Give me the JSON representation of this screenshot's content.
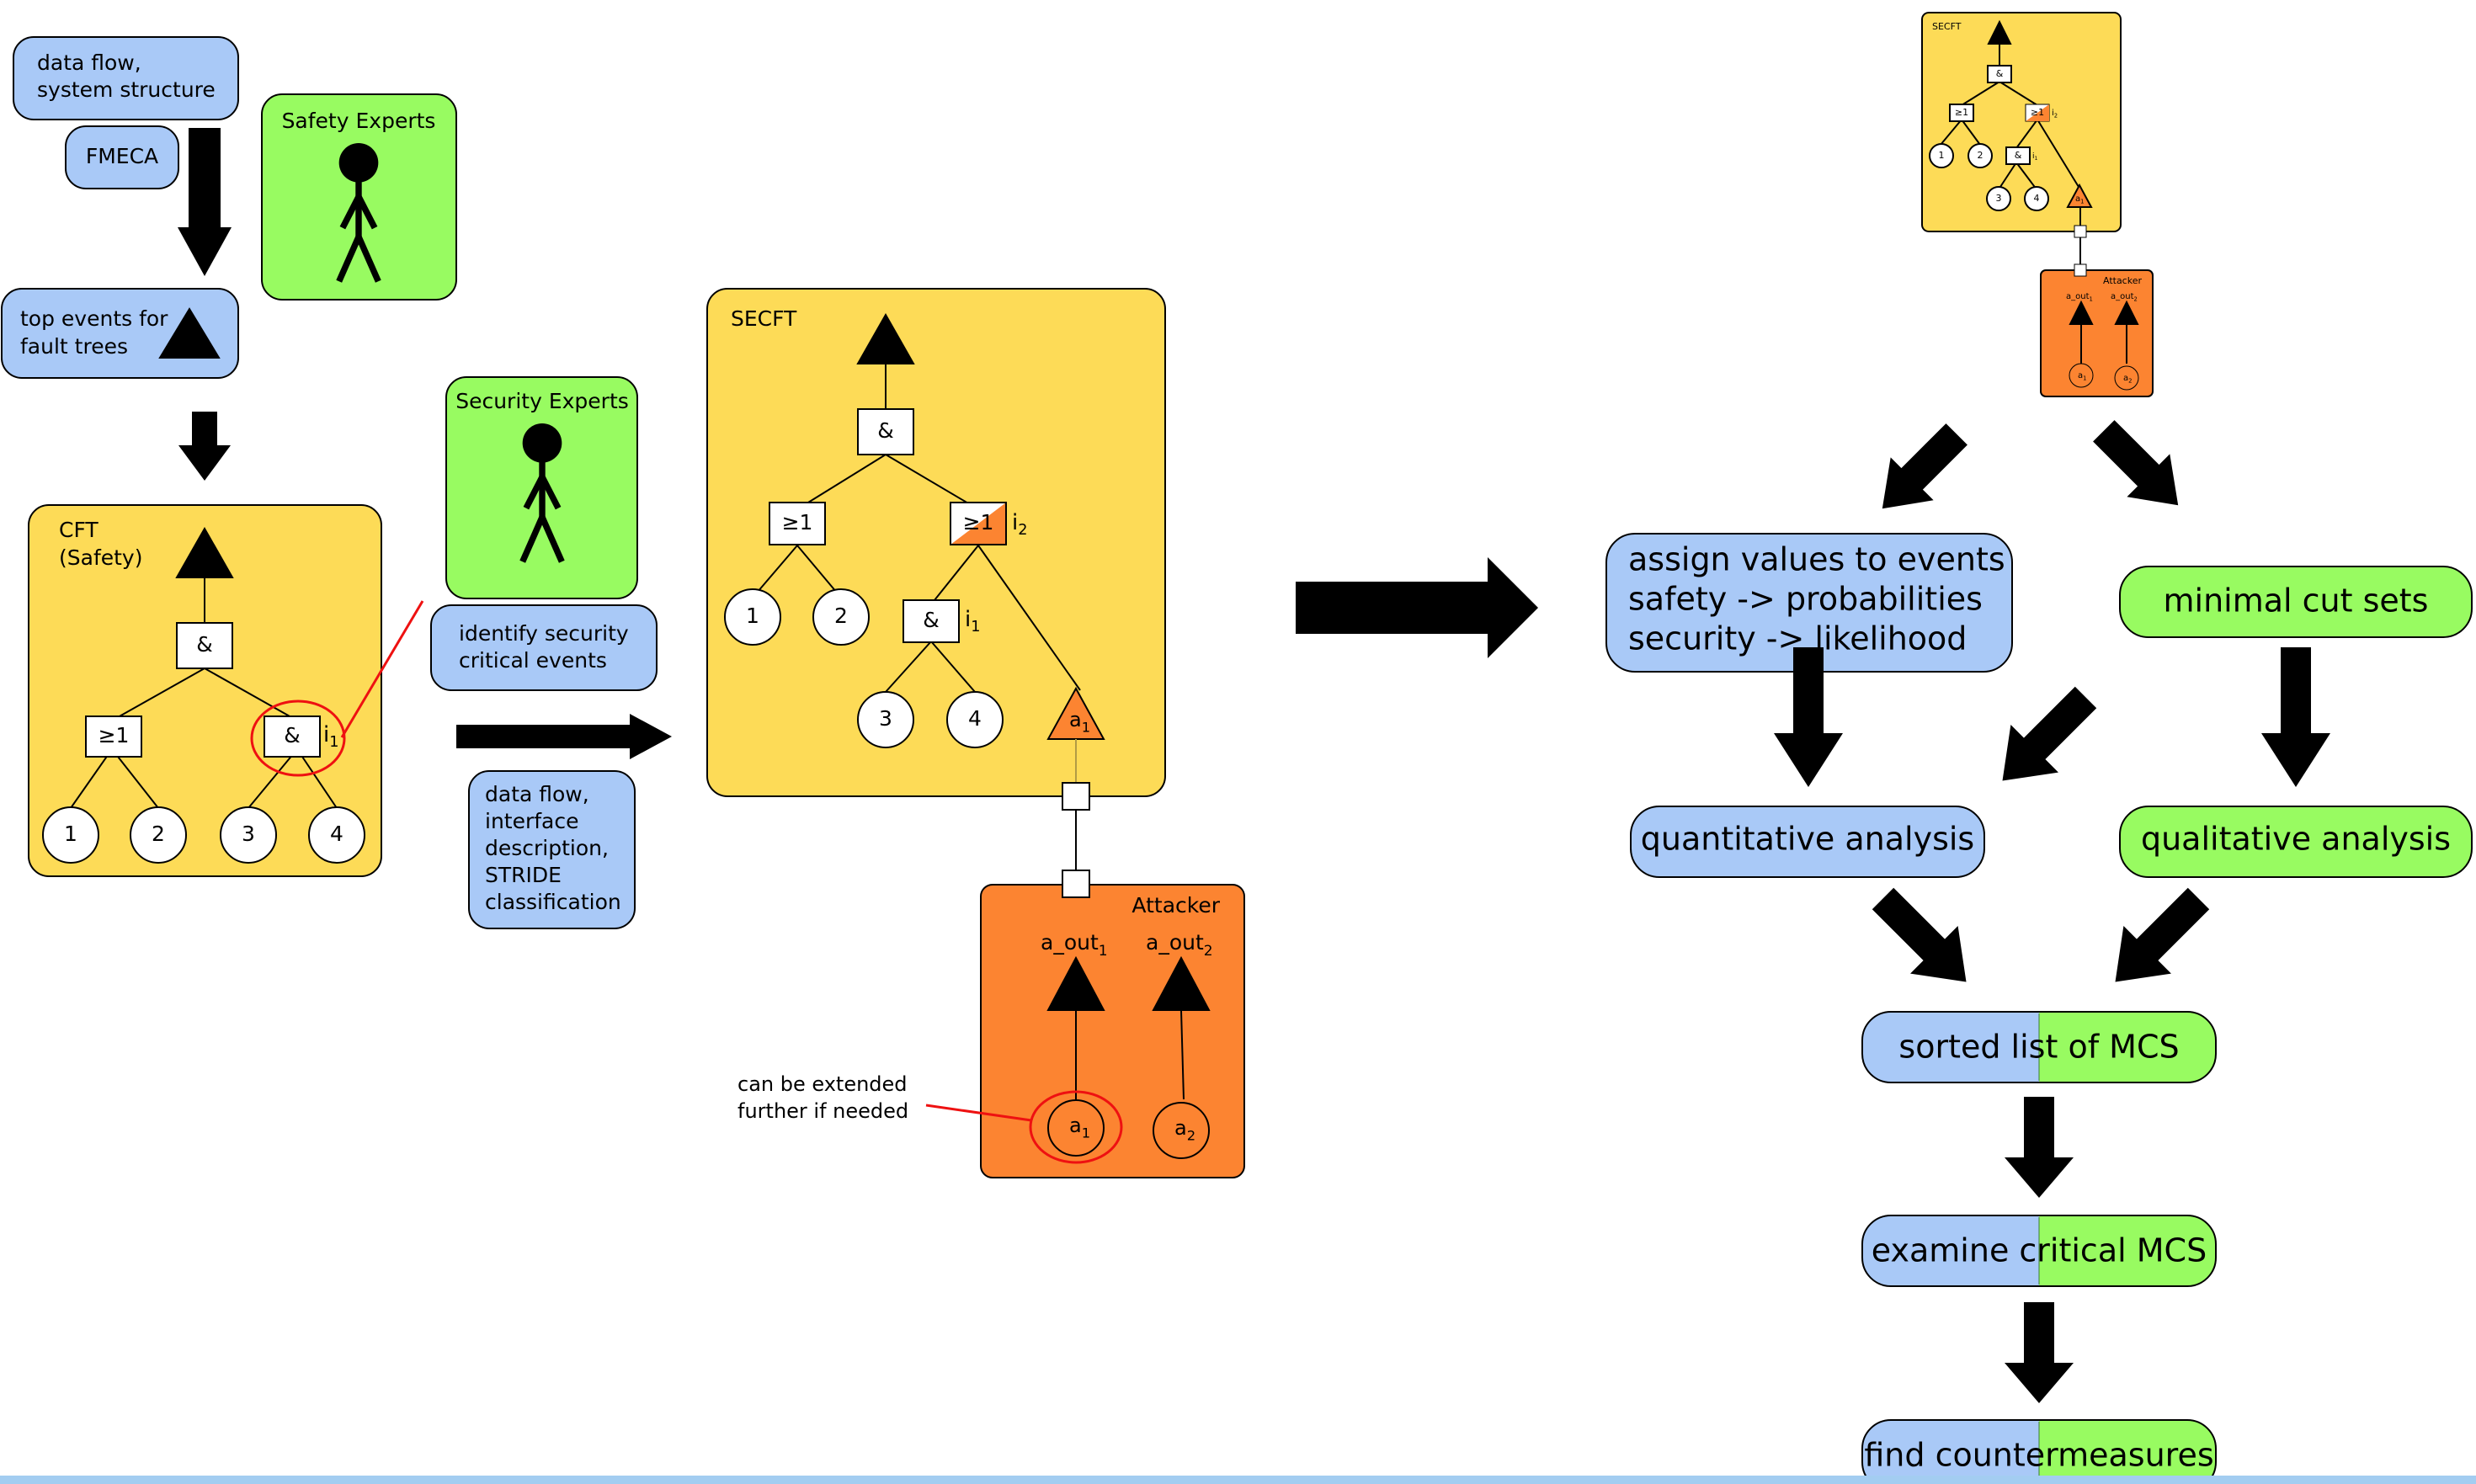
{
  "colors": {
    "blue": "#a9c9f7",
    "green": "#98fb61",
    "yellow": "#fddb57",
    "orange": "#fc8431",
    "black": "#000000",
    "red": "#ee1111",
    "bottom_bar": "#a3cdf1"
  },
  "icons": {
    "person": "stick-figure-icon",
    "triangle": "top-event-triangle-icon",
    "arrow": "block-arrow-icon"
  },
  "left": {
    "box_dataflow": [
      "data flow,",
      "system structure"
    ],
    "box_fmeca": "FMECA",
    "box_top_events": [
      "top events for",
      "fault trees"
    ],
    "safety_experts": "Safety Experts",
    "security_experts": "Security Experts",
    "identify_box": [
      "identify security",
      "critical events"
    ],
    "interface_box": [
      "data flow,",
      "interface",
      "description,",
      "STRIDE",
      "classification"
    ],
    "cft": {
      "title": [
        "CFT",
        "(Safety)"
      ],
      "and_gate": "&",
      "or_gate": "≥1",
      "sub_and_gate": "&",
      "input_label": "i",
      "input_sub": "1",
      "events": [
        "1",
        "2",
        "3",
        "4"
      ]
    }
  },
  "middle": {
    "secft": {
      "title": "SECFT",
      "and_gate": "&",
      "or_gate": "≥1",
      "mixed_gate": "≥1",
      "mixed_label": "i",
      "mixed_sub": "2",
      "sub_and_gate": "&",
      "sub_and_label": "i",
      "sub_and_sub": "1",
      "events": [
        "1",
        "2",
        "3",
        "4"
      ],
      "attack_event": "a",
      "attack_sub": "1"
    },
    "attacker": {
      "title": "Attacker",
      "out1": "a_out",
      "out1_sub": "1",
      "out2": "a_out",
      "out2_sub": "2",
      "a1": "a",
      "a1_sub": "1",
      "a2": "a",
      "a2_sub": "2"
    },
    "note": [
      "can be extended",
      "further if needed"
    ]
  },
  "right": {
    "thumb": {
      "secft_title": "SECFT",
      "attacker_title": "Attacker",
      "and_gate": "&",
      "or_gate": "≥1",
      "mixed_gate": "≥1",
      "mixed_label": "i",
      "mixed_sub": "2",
      "sub_and_gate": "&",
      "sub_and_label": "i",
      "sub_and_sub": "1",
      "events": [
        "1",
        "2",
        "3",
        "4"
      ],
      "attack_event": "a",
      "attack_sub": "1",
      "out1": "a_out",
      "out1_sub": "1",
      "out2": "a_out",
      "out2_sub": "2",
      "a1": "a",
      "a1_sub": "1",
      "a2": "a",
      "a2_sub": "2"
    },
    "assign_values": [
      "assign values to events",
      "safety -> probabilities",
      "security -> likelihood"
    ],
    "minimal_cut_sets": "minimal cut sets",
    "quantitative": "quantitative analysis",
    "qualitative": "qualitative analysis",
    "sorted_list": "sorted list of MCS",
    "examine": "examine critical MCS",
    "countermeasures": "find countermeasures"
  }
}
